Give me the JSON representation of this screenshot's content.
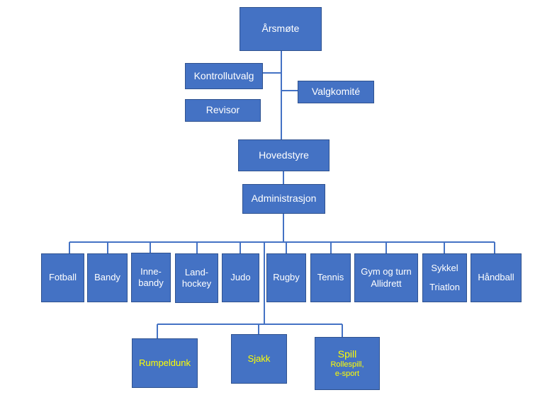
{
  "colors": {
    "box_fill": "#4472c4",
    "box_border": "#2f528f",
    "line": "#4472c4",
    "text": "#ffffff",
    "highlight_text": "#ffff00"
  },
  "top": {
    "arsmote": "Årsmøte",
    "kontrollutvalg": "Kontrollutvalg",
    "valgkomite": "Valgkomité",
    "revisor": "Revisor",
    "hovedstyre": "Hovedstyre",
    "administrasjon": "Administrasjon"
  },
  "groups": {
    "fotball": "Fotball",
    "bandy": "Bandy",
    "innebandy_1": "Inne-",
    "innebandy_2": "bandy",
    "landhockey_1": "Land-",
    "landhockey_2": "hockey",
    "judo": "Judo",
    "rugby": "Rugby",
    "tennis": "Tennis",
    "gym_1": "Gym og turn",
    "gym_2": "Allidrett",
    "sykkel_1": "Sykkel",
    "sykkel_2": "Triatlon",
    "handball": "Håndball"
  },
  "other": {
    "rumpeldunk": "Rumpeldunk",
    "sjakk": "Sjakk",
    "spill": "Spill",
    "spill_sub_1": "Rollespill,",
    "spill_sub_2": "e-sport"
  }
}
